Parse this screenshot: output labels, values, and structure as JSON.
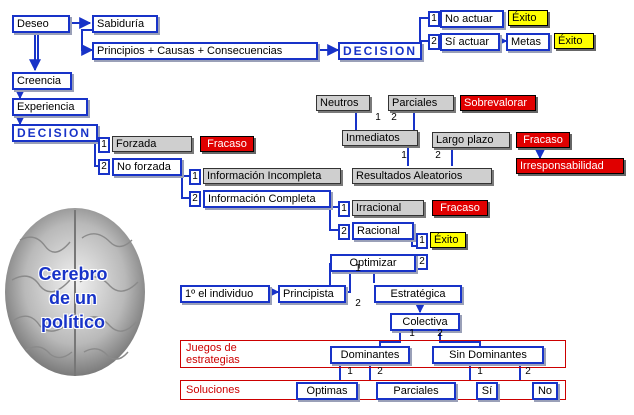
{
  "brain": {
    "line1": "Cerebro",
    "line2": "de un",
    "line3": "político"
  },
  "top": {
    "deseo": "Deseo",
    "sabiduria": "Sabiduría",
    "principios": "Principios + Causas + Consecuencias",
    "decision_top": "DECISION",
    "n1": "1",
    "n2": "2",
    "no_actuar": "No actuar",
    "si_actuar": "Sí actuar",
    "metas": "Metas",
    "exito_1": "Éxito",
    "exito_2": "Éxito"
  },
  "left": {
    "creencia": "Creencia",
    "experiencia": "Experiencia",
    "decision": "DECISION",
    "n1": "1",
    "n2": "2",
    "forzada": "Forzada",
    "fracaso_forzada": "Fracaso",
    "no_forzada": "No forzada",
    "n1b": "1",
    "n2b": "2",
    "info_incompleta": "Información Incompleta",
    "info_completa": "Información Completa",
    "n1c": "1",
    "n2c": "2",
    "irracional": "Irracional",
    "fracaso_irracional": "Fracaso",
    "racional": "Racional",
    "n1d": "1",
    "n2d": "2",
    "exito_racional": "Éxito"
  },
  "right": {
    "neutros": "Neutros",
    "parciales": "Parciales",
    "sobrevalorar": "Sobrevalorar",
    "n1": "1",
    "n2": "2",
    "inmediatos": "Inmediatos",
    "largo_plazo": "Largo plazo",
    "fracaso": "Fracaso",
    "irresponsabilidad": "Irresponsabilidad",
    "n1b": "1",
    "n2b": "2",
    "resultados": "Resultados  Aleatorios"
  },
  "bottom": {
    "optimizar": "Optimizar",
    "primero_individuo": "1º el individuo",
    "principista": "Principista",
    "estrategica": "Estratégica",
    "n1": "1",
    "n2": "2",
    "colectiva": "Colectiva",
    "juegos": "Juegos   de estrategias",
    "dominantes": "Dominantes",
    "sin_dominantes": "Sin Dominantes",
    "soluciones": "Soluciones",
    "optimas": "Optimas",
    "parciales": "Parciales",
    "si": "Sí",
    "no": "No",
    "n1b": "1",
    "n2b": "2",
    "n1c": "1",
    "n2c": "2"
  },
  "colors": {
    "accent": "#1833c8",
    "fail": "#e00000",
    "success": "#ffff00",
    "neutral": "#cfcfcf",
    "note": "#cc0000"
  }
}
